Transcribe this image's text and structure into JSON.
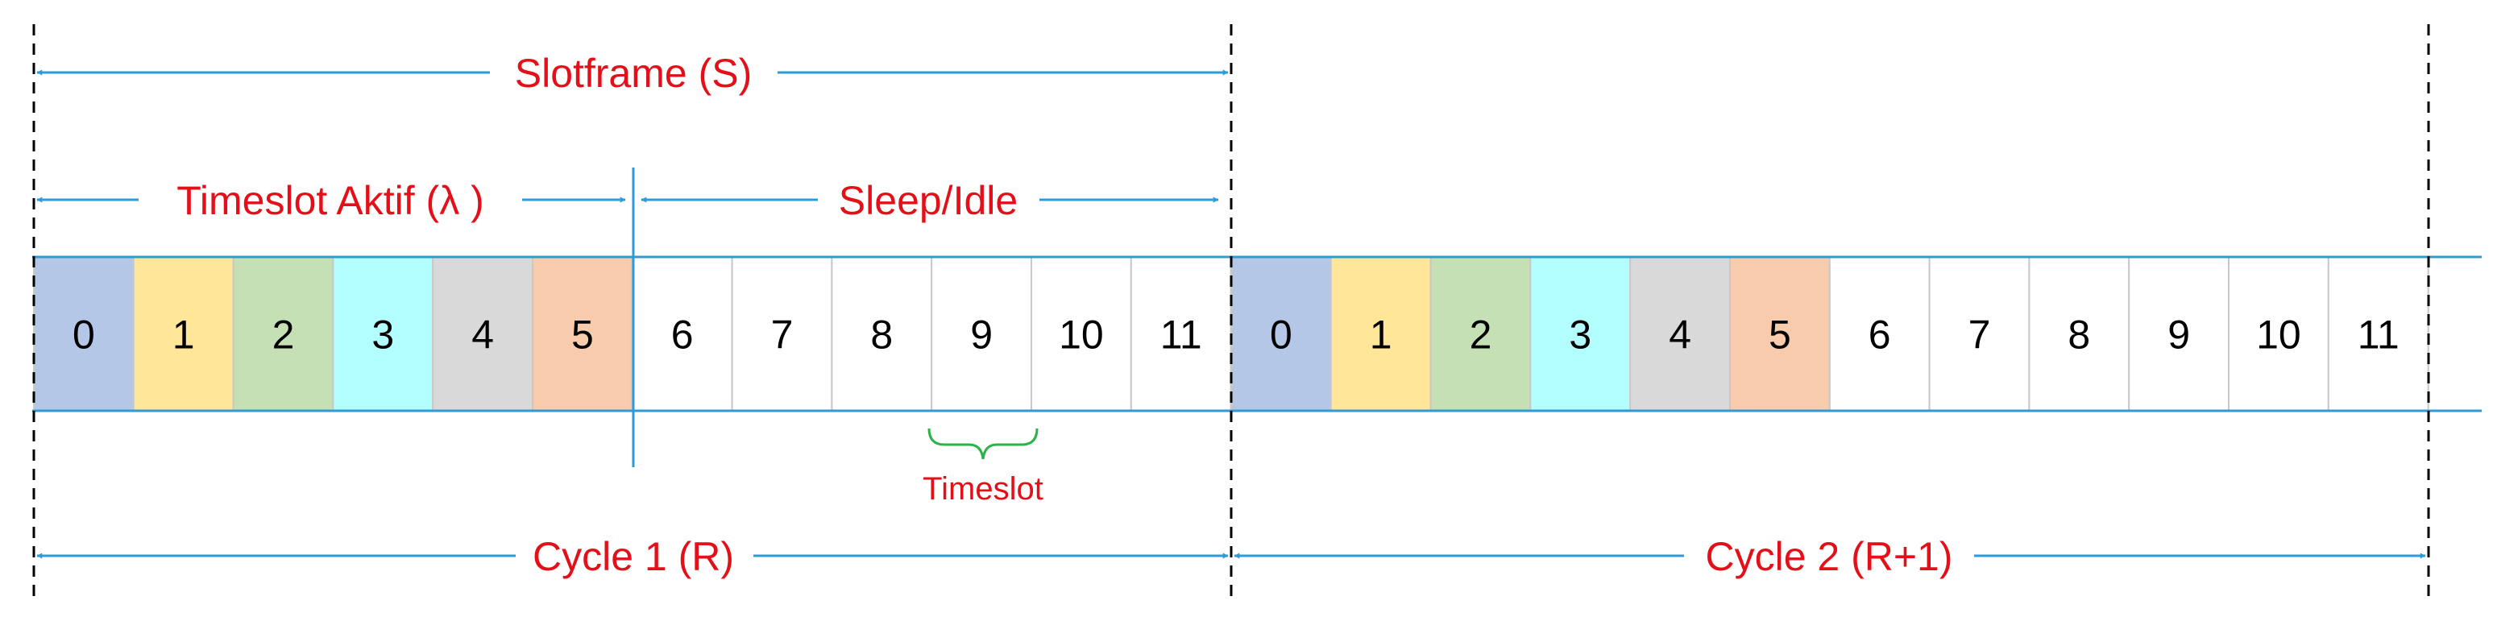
{
  "labels": {
    "slotframe": "Slotframe (S)",
    "active": "Timeslot Aktif (λ )",
    "sleep": "Sleep/Idle",
    "timeslot": "Timeslot",
    "cycle1": "Cycle 1 (R)",
    "cycle2": "Cycle 2 (R+1)"
  },
  "cycles": [
    {
      "slots": [
        "0",
        "1",
        "2",
        "3",
        "4",
        "5",
        "6",
        "7",
        "8",
        "9",
        "10",
        "11"
      ]
    },
    {
      "slots": [
        "0",
        "1",
        "2",
        "3",
        "4",
        "5",
        "6",
        "7",
        "8",
        "9",
        "10",
        "11"
      ]
    }
  ],
  "active_slot_count": 6,
  "colors": {
    "slot_fills": [
      "#b4c7e7",
      "#ffe699",
      "#c5e0b4",
      "#b3ffff",
      "#d9d9d9",
      "#f8cbad"
    ],
    "inactive_fill": "#ffffff",
    "arrow": "#2e9bd6",
    "label_red": "#e3101a",
    "brace_green": "#2bb34a",
    "text": "#000000",
    "dashed": "#000000"
  }
}
